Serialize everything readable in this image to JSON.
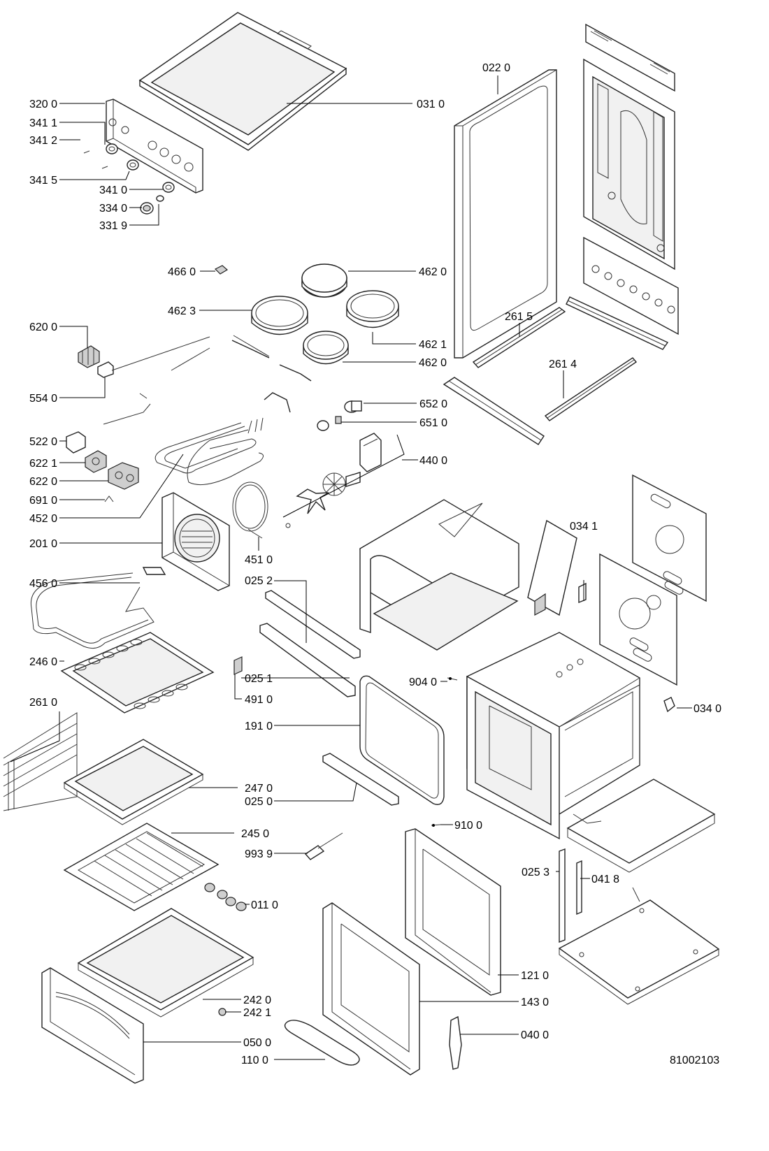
{
  "diagram": {
    "drawing_number": "81002103",
    "labels": {
      "l031_0": "031 0",
      "l320_0": "320 0",
      "l341_1": "341 1",
      "l341_2": "341 2",
      "l341_5": "341 5",
      "l341_0": "341 0",
      "l334_0": "334 0",
      "l331_9": "331 9",
      "l022_0": "022 0",
      "l466_0": "466 0",
      "l462_0a": "462 0",
      "l462_3": "462 3",
      "l462_1": "462 1",
      "l462_0b": "462 0",
      "l620_0": "620 0",
      "l554_0": "554 0",
      "l261_5": "261 5",
      "l261_4": "261 4",
      "l652_0": "652 0",
      "l651_0": "651 0",
      "l522_0": "522 0",
      "l622_1": "622 1",
      "l622_0": "622 0",
      "l440_0": "440 0",
      "l691_0": "691 0",
      "l452_0": "452 0",
      "l201_0": "201 0",
      "l451_0": "451 0",
      "l034_1": "034 1",
      "l456_0": "456 0",
      "l025_2": "025 2",
      "l246_0": "246 0",
      "l025_1": "025 1",
      "l491_0": "491 0",
      "l904_0": "904 0",
      "l034_0": "034 0",
      "l261_0": "261 0",
      "l191_0": "191 0",
      "l247_0": "247 0",
      "l025_0": "025 0",
      "l910_0": "910 0",
      "l245_0": "245 0",
      "l993_9": "993 9",
      "l025_3": "025 3",
      "l041_8": "041 8",
      "l011_0": "011 0",
      "l121_0": "121 0",
      "l242_0": "242 0",
      "l242_1": "242 1",
      "l143_0": "143 0",
      "l040_0": "040 0",
      "l050_0": "050 0",
      "l110_0": "110 0"
    }
  }
}
